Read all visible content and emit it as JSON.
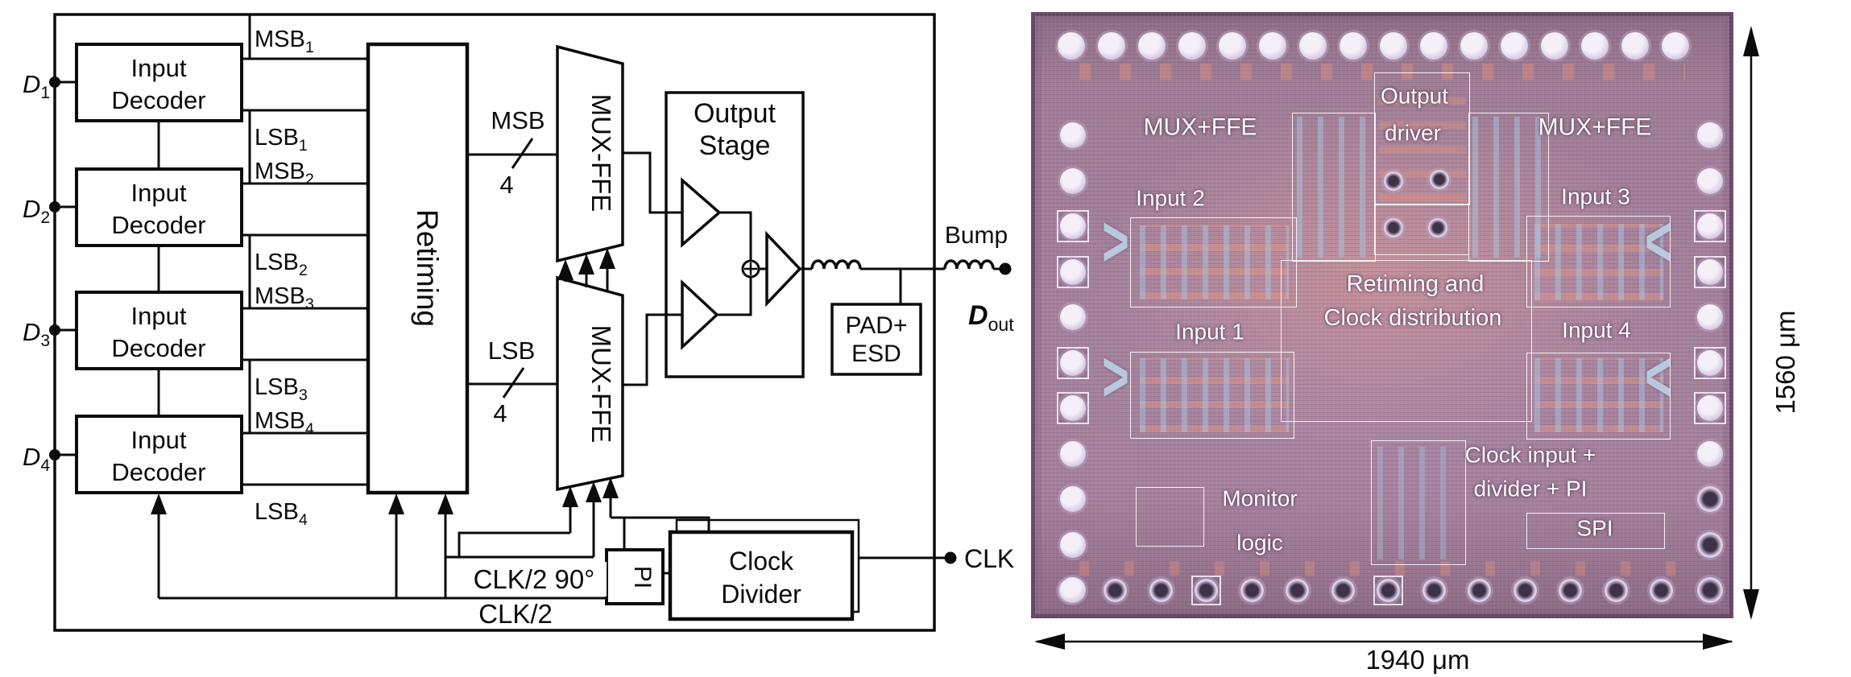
{
  "figure": {
    "type": "block-diagram-and-chip-micrograph"
  },
  "diagram": {
    "inputs": [
      {
        "base": "D",
        "sub": "1"
      },
      {
        "base": "D",
        "sub": "2"
      },
      {
        "base": "D",
        "sub": "3"
      },
      {
        "base": "D",
        "sub": "4"
      }
    ],
    "decoder_label": {
      "line1": "Input",
      "line2": "Decoder"
    },
    "msb_labels": [
      {
        "base": "MSB",
        "sub": "1"
      },
      {
        "base": "MSB",
        "sub": "2"
      },
      {
        "base": "MSB",
        "sub": "3"
      },
      {
        "base": "MSB",
        "sub": "4"
      }
    ],
    "lsb_labels": [
      {
        "base": "LSB",
        "sub": "1"
      },
      {
        "base": "LSB",
        "sub": "2"
      },
      {
        "base": "LSB",
        "sub": "3"
      },
      {
        "base": "LSB",
        "sub": "4"
      }
    ],
    "retiming": "Retiming",
    "mux_ffe_top": "MUX-FFE",
    "mux_ffe_bottom": "MUX-FFE",
    "msb_bus": {
      "name": "MSB",
      "width": "4"
    },
    "lsb_bus": {
      "name": "LSB",
      "width": "4"
    },
    "output_stage": {
      "line1": "Output",
      "line2": "Stage"
    },
    "pad_esd": {
      "line1": "PAD+",
      "line2": "ESD"
    },
    "bump": "Bump",
    "dout": {
      "base": "D",
      "sub": "out"
    },
    "pi": "PI",
    "clock_divider": {
      "line1": "Clock",
      "line2": "Divider"
    },
    "clk2_90": "CLK/2 90°",
    "clk2": "CLK/2",
    "clk": "CLK"
  },
  "chip": {
    "labels": {
      "mux_ffe_left": "MUX+FFE",
      "mux_ffe_right": "MUX+FFE",
      "output_driver_1": "Output",
      "output_driver_2": "driver",
      "input_1": "Input 1",
      "input_2": "Input 2",
      "input_3": "Input 3",
      "input_4": "Input 4",
      "retiming_1": "Retiming and",
      "retiming_2": "Clock distribution",
      "clock_input_1": "Clock input +",
      "clock_input_2": "divider + PI",
      "monitor_1": "Monitor",
      "monitor_2": "logic",
      "spi": "SPI"
    },
    "icons": {
      "chevron_right": ">",
      "chevron_left": "<"
    },
    "dimension_width": "1940 μm",
    "dimension_height": "1560 μm",
    "colors": {
      "die": "#9b7590",
      "pad": "#e9e1f0",
      "label": "#ffffff",
      "region_outline": "#ffffff",
      "ink": "#0b0b0b"
    }
  }
}
